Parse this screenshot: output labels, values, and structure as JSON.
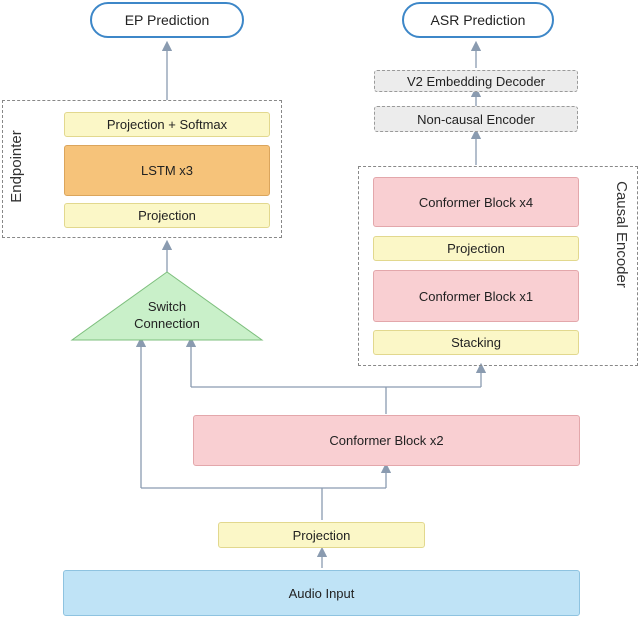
{
  "predictions": {
    "ep": "EP Prediction",
    "asr": "ASR Prediction"
  },
  "endpointer": {
    "label": "Endpointer",
    "projection_softmax": "Projection + Softmax",
    "lstm": "LSTM x3",
    "projection": "Projection"
  },
  "decoder": {
    "v2_embedding": "V2 Embedding Decoder",
    "non_causal": "Non-causal Encoder"
  },
  "causal_encoder": {
    "label": "Causal Encoder",
    "conformer4": "Conformer Block x4",
    "projection": "Projection",
    "conformer1": "Conformer Block x1",
    "stacking": "Stacking"
  },
  "switch": {
    "line1": "Switch",
    "line2": "Connection"
  },
  "shared": {
    "conformer2": "Conformer Block x2",
    "projection": "Projection",
    "audio_input": "Audio Input"
  },
  "colors": {
    "yellow": "#fbf7c7",
    "orange": "#f6c37a",
    "pink": "#f9cfd2",
    "grey": "#ececec",
    "blue": "#bfe3f6",
    "green": "#c9f0c9",
    "prediction_border": "#3d87c8"
  }
}
